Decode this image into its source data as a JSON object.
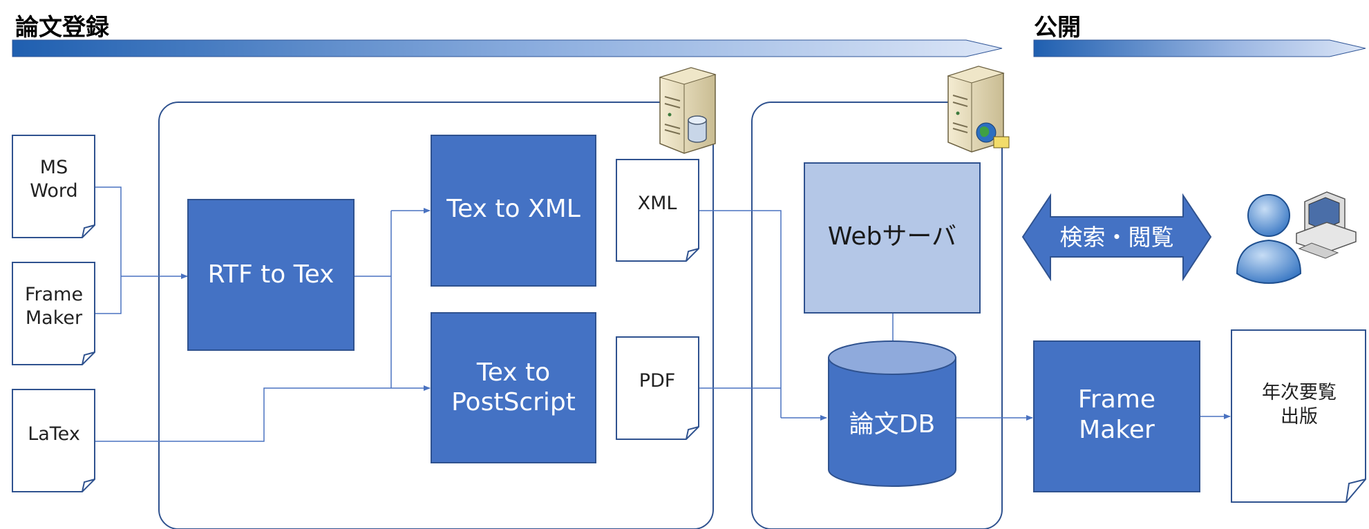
{
  "colors": {
    "box_fill": "#4472c4",
    "box_stroke": "#2f528f",
    "web_server_fill": "#b4c7e7",
    "connector": "#4a72c0",
    "document_stroke": "#2f528f"
  },
  "phases": {
    "registration": "論文登録",
    "publication": "公開"
  },
  "inputs": {
    "ms_word": [
      "MS",
      "Word"
    ],
    "frame_maker": [
      "Frame",
      "Maker"
    ],
    "latex": [
      "LaTex"
    ]
  },
  "process": {
    "rtf_to_tex": "RTF to Tex",
    "tex_to_xml": "Tex to XML",
    "tex_to_postscript": [
      "Tex to",
      "PostScript"
    ]
  },
  "outputs": {
    "xml": "XML",
    "pdf": "PDF"
  },
  "server": {
    "web_server": "Webサーバ",
    "paper_db": "論文DB"
  },
  "publish": {
    "search_browse": "検索・閲覧",
    "frame_maker": [
      "Frame",
      "Maker"
    ],
    "annual_report": [
      "年次要覧",
      "出版"
    ]
  },
  "icons": {
    "db_server": "database-server-icon",
    "web_server": "web-server-icon",
    "user": "user-computer-icon"
  }
}
